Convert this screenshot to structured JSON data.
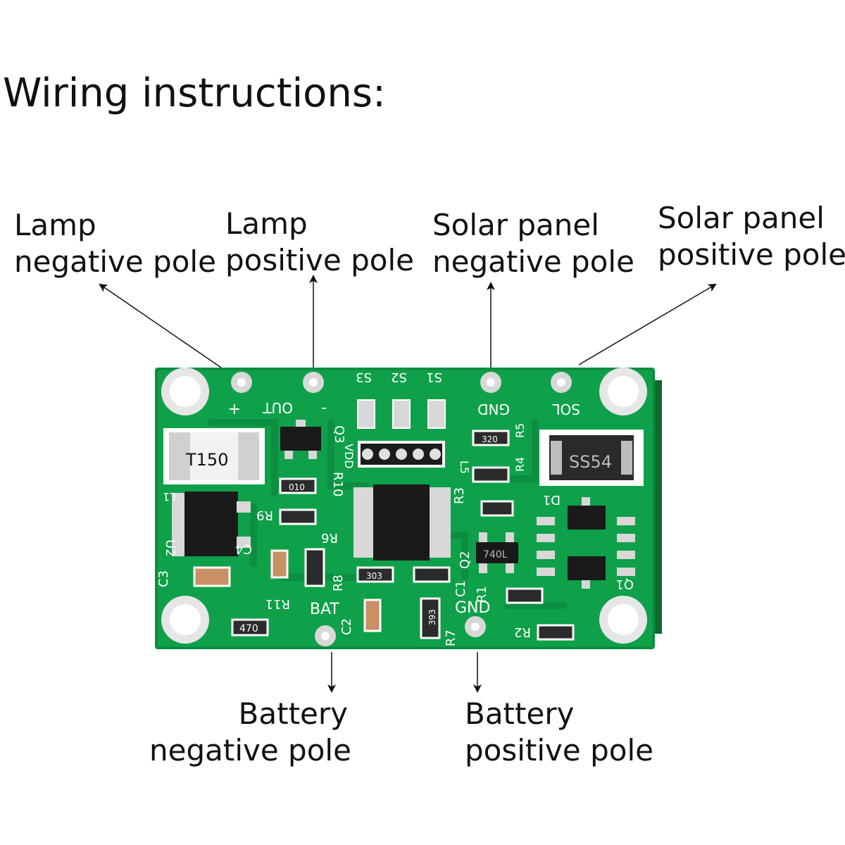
{
  "title": "Wiring instructions:",
  "labels": {
    "lamp_negative": {
      "line1": "Lamp",
      "line2": "negative pole"
    },
    "lamp_positive": {
      "line1": "Lamp",
      "line2": "positive pole"
    },
    "solar_negative": {
      "line1": "Solar panel",
      "line2": "negative pole"
    },
    "solar_positive": {
      "line1": "Solar panel",
      "line2": "positive pole"
    },
    "battery_negative": {
      "line1": "Battery",
      "line2": "negative pole"
    },
    "battery_positive": {
      "line1": "Battery",
      "line2": "positive pole"
    }
  },
  "board": {
    "colors": {
      "pcb": "#0fa04a",
      "pcb_dark": "#0b8a3d",
      "pad": "#d8d8d8",
      "chip": "#1a1a1a"
    },
    "silkscreen": {
      "s3": "S3",
      "s2": "S2",
      "s1": "S1",
      "out": "OUT",
      "plus": "+",
      "minus": "-",
      "gnd_top": "GND",
      "sol": "SOL",
      "t150": "T150",
      "ss54": "SS54",
      "q3": "Q3",
      "vdd": "VDD",
      "r10": "R10",
      "r9": "R9",
      "r6": "R6",
      "r5": "R5",
      "r4": "R4",
      "r3": "R3",
      "d1": "D1",
      "u2": "U2",
      "c4": "C4",
      "c3": "C3",
      "l1": "L1",
      "r8": "R8",
      "c1": "C1",
      "q2": "Q2",
      "r1": "R1",
      "q1": "Q1",
      "bat": "BAT",
      "gnd_bottom": "GND",
      "r11": "R11",
      "c2": "C2",
      "r7": "R7",
      "r2": "R2",
      "l5": "L5",
      "res_470": "470",
      "res_320": "320",
      "res_010": "010",
      "res_303": "303",
      "res_393": "393",
      "chip_740l": "740L"
    }
  }
}
